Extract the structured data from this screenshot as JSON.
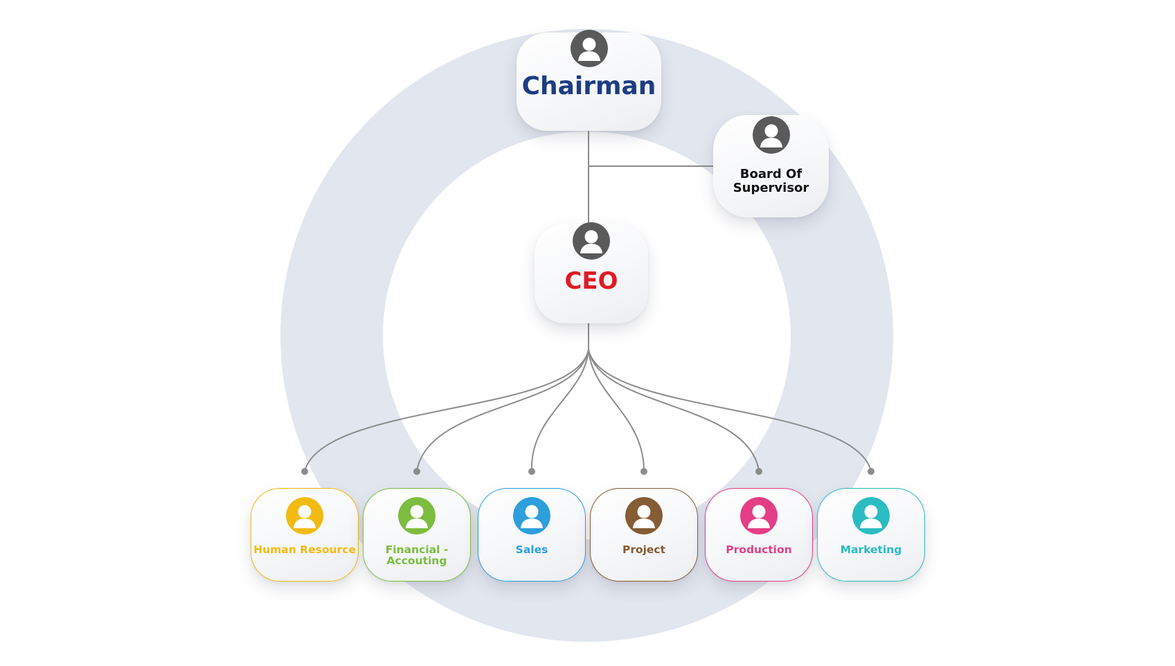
{
  "chairman": {
    "label": "Chairman",
    "color": "#1d3d84",
    "icon": "person-avatar-icon"
  },
  "board": {
    "label_line1": "Board Of",
    "label_line2": "Supervisor",
    "icon": "person-avatar-icon"
  },
  "ceo": {
    "label": "CEO",
    "color": "#e01b24",
    "icon": "person-avatar-icon"
  },
  "departments": [
    {
      "label_line1": "Human Resource",
      "label_line2": "",
      "color": "#f2bb12",
      "icon": "person-avatar-icon"
    },
    {
      "label_line1": "Financial -",
      "label_line2": "Accouting",
      "color": "#7cbd3f",
      "icon": "person-avatar-icon"
    },
    {
      "label_line1": "Sales",
      "label_line2": "",
      "color": "#2d9fdc",
      "icon": "person-avatar-icon"
    },
    {
      "label_line1": "Project",
      "label_line2": "",
      "color": "#855c34",
      "icon": "person-avatar-icon"
    },
    {
      "label_line1": "Production",
      "label_line2": "",
      "color": "#e43e86",
      "icon": "person-avatar-icon"
    },
    {
      "label_line1": "Marketing",
      "label_line2": "",
      "color": "#2bbcc1",
      "icon": "person-avatar-icon"
    }
  ],
  "colors": {
    "ring": "#e2e6ef",
    "connector": "#8c8c8c",
    "neutral_avatar": "#5a5a5a"
  }
}
